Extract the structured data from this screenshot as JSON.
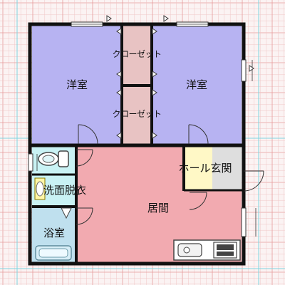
{
  "plan": {
    "colors": {
      "background": "#fbf3f3",
      "grid_minor": "#f0c6c6",
      "grid_major": "#e69a9a",
      "guide_line": "#7fd6e0",
      "wall": "#111111",
      "western_room_fill": "#b7b3f2",
      "closet_fill": "#e8c3c3",
      "living_fill": "#f2aab0",
      "entrance_hall_fill": "#fff8c6",
      "entrance_fill": "#dedede",
      "bath_fill": "#bfe0ee",
      "toilet_fill": "#c9f2f4"
    },
    "rooms": {
      "western_left": "洋室",
      "closet_top": "クローゼット",
      "western_right": "洋室",
      "closet_bottom": "クローゼット",
      "hall_entrance": "ホール玄関",
      "washroom": "洗面脱衣",
      "living": "居間",
      "bathroom": "浴室"
    },
    "icons": [
      "toilet-icon",
      "washbasin-icon",
      "kitchen-sink-icon",
      "stove-icon",
      "door-swing-icon",
      "window-icon"
    ]
  }
}
